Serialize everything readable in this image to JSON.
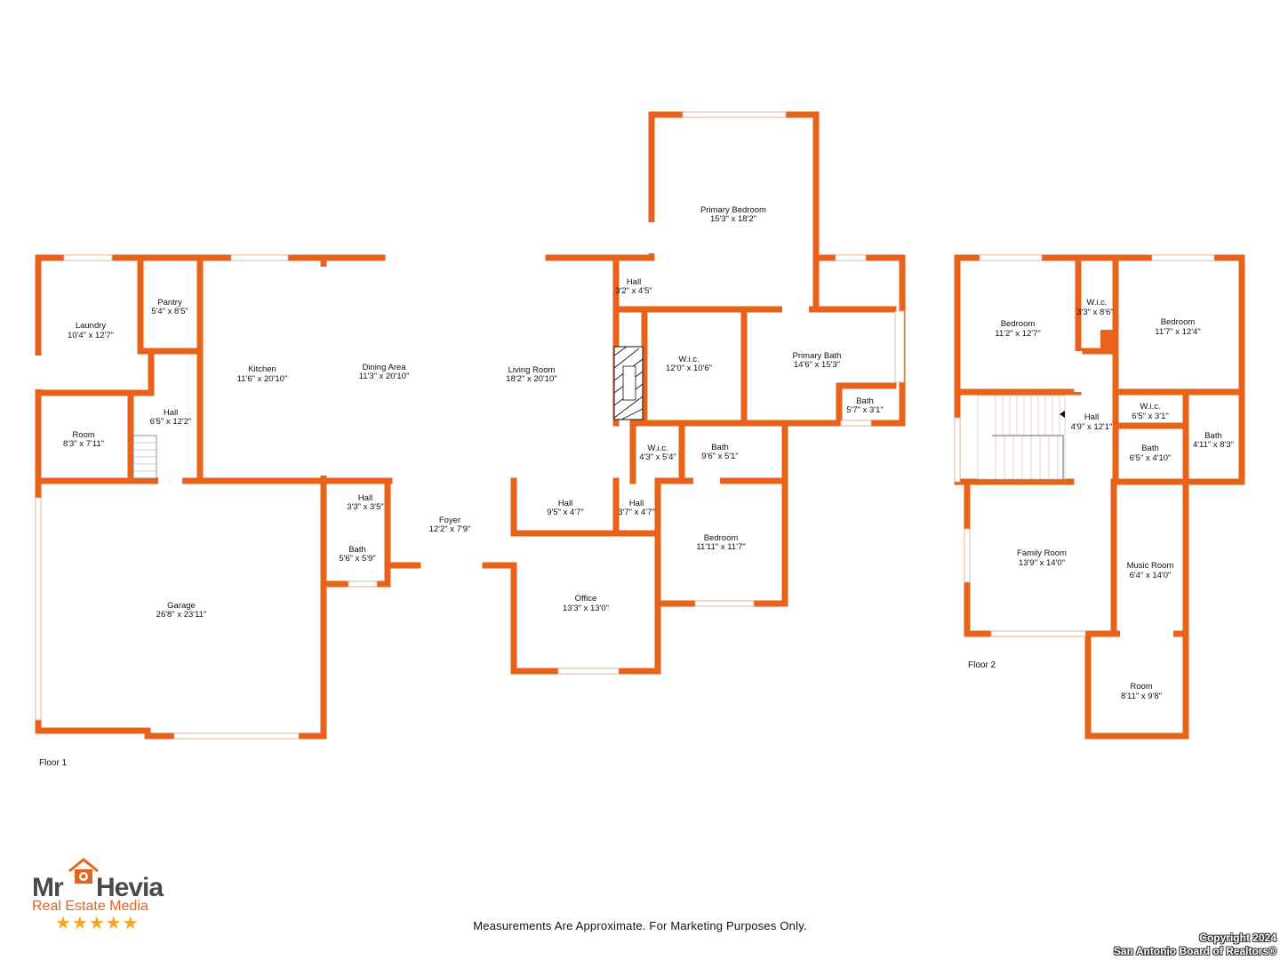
{
  "rooms": {
    "laundry": {
      "name": "Laundry",
      "dim": "10'4\" x 12'7\""
    },
    "pantry": {
      "name": "Pantry",
      "dim": "5'4\" x 8'5\""
    },
    "kitchen": {
      "name": "Kitchen",
      "dim": "11'6\" x 20'10\""
    },
    "dining": {
      "name": "Dining Area",
      "dim": "11'3\" x 20'10\""
    },
    "living": {
      "name": "Living Room",
      "dim": "18'2\" x 20'10\""
    },
    "hall_primary": {
      "name": "Hall",
      "dim": "3'2\" x 4'5\""
    },
    "primary_bedroom": {
      "name": "Primary Bedroom",
      "dim": "15'3\" x 18'2\""
    },
    "wic_primary": {
      "name": "W.i.c.",
      "dim": "12'0\" x 10'6\""
    },
    "primary_bath": {
      "name": "Primary Bath",
      "dim": "14'6\" x 15'3\""
    },
    "bath_small": {
      "name": "Bath",
      "dim": "5'7\" x 3'1\""
    },
    "room_f1": {
      "name": "Room",
      "dim": "8'3\" x 7'11\""
    },
    "hall_laundry": {
      "name": "Hall",
      "dim": "6'5\" x 12'2\""
    },
    "wic_small": {
      "name": "W.i.c.",
      "dim": "4'3\" x 5'4\""
    },
    "bath_mid": {
      "name": "Bath",
      "dim": "9'6\" x 5'1\""
    },
    "garage": {
      "name": "Garage",
      "dim": "26'8\" x 23'11\""
    },
    "hall_small": {
      "name": "Hall",
      "dim": "3'3\" x 3'5\""
    },
    "bath_guest": {
      "name": "Bath",
      "dim": "5'6\" x 5'9\""
    },
    "foyer": {
      "name": "Foyer",
      "dim": "12'2\" x 7'9\""
    },
    "hall_office": {
      "name": "Hall",
      "dim": "9'5\" x 4'7\""
    },
    "hall_bed": {
      "name": "Hall",
      "dim": "3'7\" x 4'7\""
    },
    "bedroom_f1": {
      "name": "Bedroom",
      "dim": "11'11\" x 11'7\""
    },
    "office": {
      "name": "Office",
      "dim": "13'3\" x 13'0\""
    },
    "bedroom_f2a": {
      "name": "Bedroom",
      "dim": "11'2\" x 12'7\""
    },
    "wic_f2a": {
      "name": "W.i.c.",
      "dim": "3'3\" x 8'6\""
    },
    "bedroom_f2b": {
      "name": "Bedroom",
      "dim": "11'7\" x 12'4\""
    },
    "hall_f2": {
      "name": "Hall",
      "dim": "4'9\" x 12'1\""
    },
    "wic_f2b": {
      "name": "W.i.c.",
      "dim": "6'5\" x 3'1\""
    },
    "bath_f2a": {
      "name": "Bath",
      "dim": "6'5\" x 4'10\""
    },
    "bath_f2b": {
      "name": "Bath",
      "dim": "4'11\" x 8'3\""
    },
    "family_room": {
      "name": "Family Room",
      "dim": "13'9\" x 14'0\""
    },
    "music_room": {
      "name": "Music Room",
      "dim": "6'4\" x 14'0\""
    },
    "room_f2": {
      "name": "Room",
      "dim": "8'11\" x 9'8\""
    }
  },
  "floors": {
    "floor1": "Floor 1",
    "floor2": "Floor 2"
  },
  "footer": {
    "disclaimer": "Measurements Are Approximate. For Marketing Purposes Only.",
    "copyright_line1": "Copyright 2024",
    "copyright_line2": "San Antonio Board of Realtors®"
  },
  "logo": {
    "word_left": "Mr",
    "word_right": "Hevia",
    "subtitle": "Real Estate Media",
    "stars": "★★★★★"
  },
  "colors": {
    "wall": "#e8621a",
    "logo_gray": "#4a4a4a",
    "star": "#f4a71c"
  }
}
